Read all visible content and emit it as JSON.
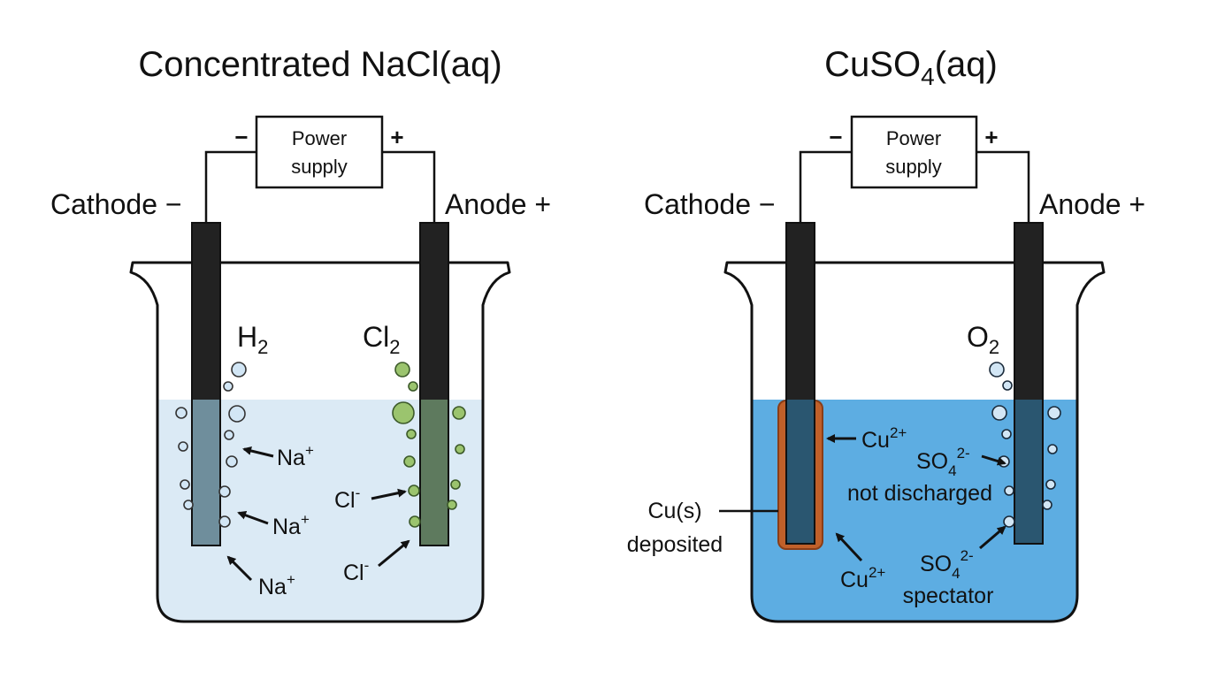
{
  "colors": {
    "nacl_solution": "#dbeaf5",
    "cuso4_solution": "#5dade2",
    "electrode": "#222222",
    "h2_bubble": "#d2e6f5",
    "cl2_bubble": "#9bc46e",
    "o2_bubble": "#d2e6f5",
    "copper_deposit": "#c0602a"
  },
  "left_cell": {
    "title": "Concentrated NaCl(aq)",
    "power_supply": {
      "line1": "Power",
      "line2": "supply",
      "minus": "−",
      "plus": "+"
    },
    "cathode_label": "Cathode −",
    "anode_label": "Anode +",
    "gas_cathode": {
      "base": "H",
      "sub": "2"
    },
    "gas_anode": {
      "base": "Cl",
      "sub": "2"
    },
    "ions": [
      {
        "base": "Na",
        "sup": "+"
      },
      {
        "base": "Na",
        "sup": "+"
      },
      {
        "base": "Na",
        "sup": "+"
      },
      {
        "base": "Cl",
        "sup": "-"
      },
      {
        "base": "Cl",
        "sup": "-"
      }
    ]
  },
  "right_cell": {
    "title": {
      "base": "CuSO",
      "sub": "4",
      "rest": "(aq)"
    },
    "power_supply": {
      "line1": "Power",
      "line2": "supply",
      "minus": "−",
      "plus": "+"
    },
    "cathode_label": "Cathode −",
    "anode_label": "Anode +",
    "gas_anode": {
      "base": "O",
      "sub": "2"
    },
    "cu_ion_top": {
      "base": "Cu",
      "sup": "2+"
    },
    "cu_ion_bottom": {
      "base": "Cu",
      "sup": "2+"
    },
    "deposit_label": {
      "line1": "Cu(s)",
      "line2": "deposited"
    },
    "sulfate_top": {
      "base": "SO",
      "sub": "4",
      "sup": "2-",
      "note": "not discharged"
    },
    "sulfate_bottom": {
      "base": "SO",
      "sub": "4",
      "sup": "2-",
      "note": "spectator"
    }
  }
}
